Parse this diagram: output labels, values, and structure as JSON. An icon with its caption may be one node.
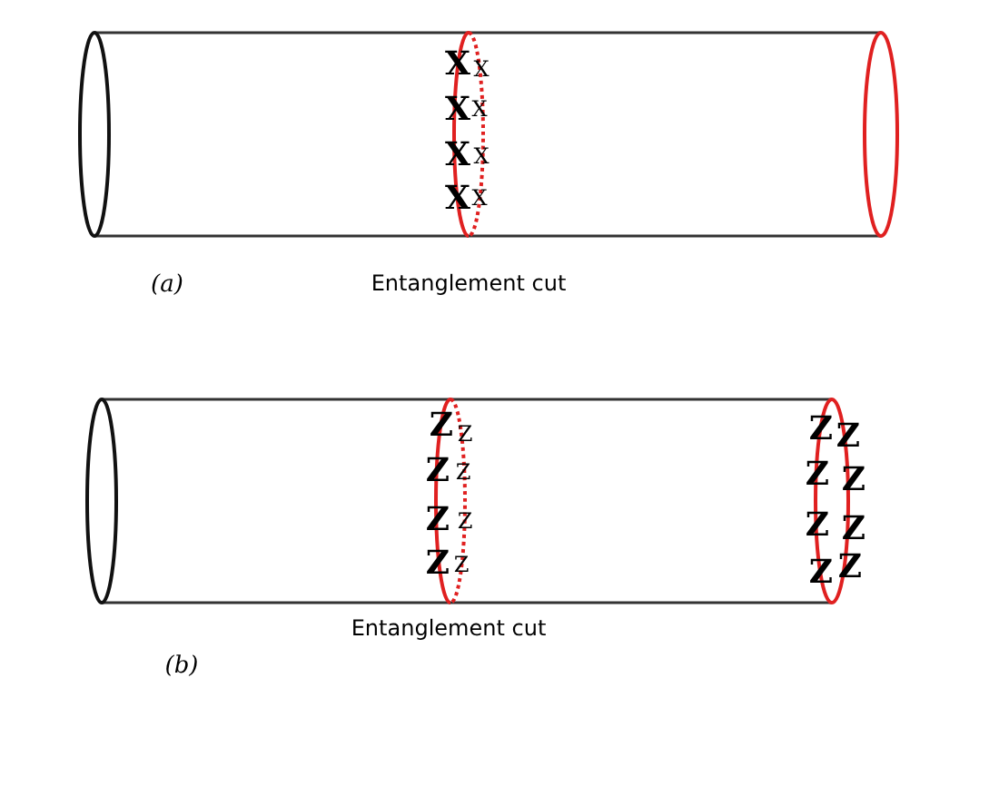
{
  "diagram": {
    "labels": [
      "X",
      "X",
      "X",
      "X",
      "X",
      "X",
      "X",
      "X",
      "(a)",
      "Entanglement cut",
      "Z",
      "Z",
      "Z",
      "Z",
      "Z",
      "Z",
      "Z",
      "Z",
      "Z",
      "Z",
      "Z",
      "Z",
      "Z",
      "Z",
      "Z",
      "Z",
      "Entanglement cut",
      "(b)"
    ]
  }
}
